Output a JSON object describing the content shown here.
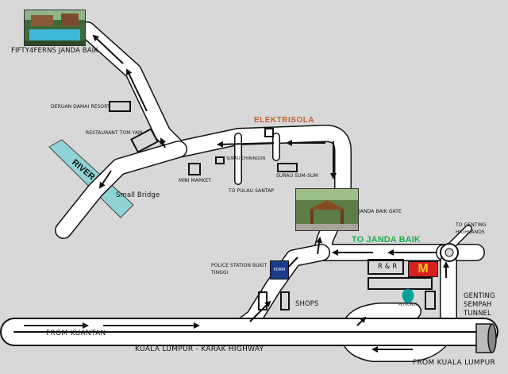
{
  "labels": {
    "resort": "FIFTY4FERNS JANDA BAIK",
    "deruan": "DERUAN DAMAI RESORT",
    "tomyam": "RESTAURANT TOM YAM",
    "river": "RIVER",
    "small_bridge": "Small Bridge",
    "minimarket": "MINI MARKET",
    "surau_chiringon": "SURAU CHIRINGON",
    "pulau_santap": "TO PULAU SANTAP",
    "surau_sum": "SURAU SUM-SUM",
    "elektrisola": "ELEKTRISOLA",
    "gate": "JANDA BAIK GATE",
    "to_janda_baik": "TO JANDA BAIK",
    "to_genting": "TO GENTING HIGHLANDS",
    "police": "POLICE STATION BUKIT TINGGI",
    "shops": "SHOPS",
    "from_kuantan": "FROM KUANTAN",
    "highway": "KUALA LUMPUR - KARAK HIGHWAY",
    "from_kl": "FROM KUALA LUMPUR",
    "tunnel": "GENTING SEMPAH TUNNEL",
    "rr": "R & R",
    "mcd": "M",
    "petronas": "PETRONAS",
    "police_badge": "PDRM"
  },
  "colors": {
    "background": "#d8d8d8",
    "road": "#ffffff",
    "road_edge": "#111111",
    "river": "#8fd3d6",
    "green_label": "#1fb14a",
    "elektrisola": "#c2602a",
    "mcd_red": "#d71f1f",
    "mcd_yellow": "#ffc72c",
    "police_blue": "#1b3a8c",
    "petronas_green": "#00a19a"
  },
  "icons": [
    "resort-photo",
    "gate-photo",
    "police-badge-icon",
    "mcdonalds-logo",
    "petronas-logo",
    "tunnel-icon"
  ]
}
